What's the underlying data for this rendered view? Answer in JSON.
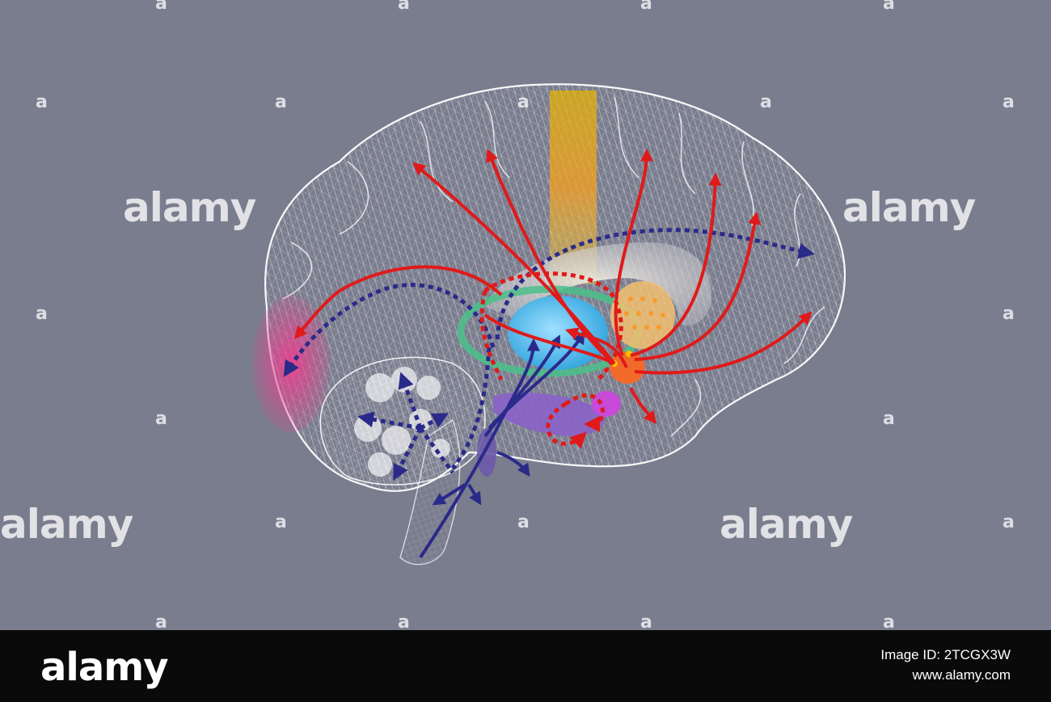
{
  "watermark": {
    "brand": "alamy",
    "mark": "a"
  },
  "footer": {
    "logo": "alamy",
    "image_id_label": "Image ID: 2TCGX3W",
    "site": "www.alamy.com"
  },
  "colors": {
    "background": "#7a7d8e",
    "wireframe": "#ffffff",
    "red_pathway": "#e01a1a",
    "blue_pathway": "#2a2a8a",
    "thalamus": "#4fb7e6",
    "hypothalamus": "#f0a24a",
    "brainstem_nucleus": "#7a5bc7",
    "occipital_highlight": "#e0488e",
    "sensorimotor_band": "#f3c020",
    "footer": "#0a0a0a"
  },
  "icons": [
    "brain-illustration",
    "red-arrow-pathways",
    "blue-dotted-pathways"
  ]
}
